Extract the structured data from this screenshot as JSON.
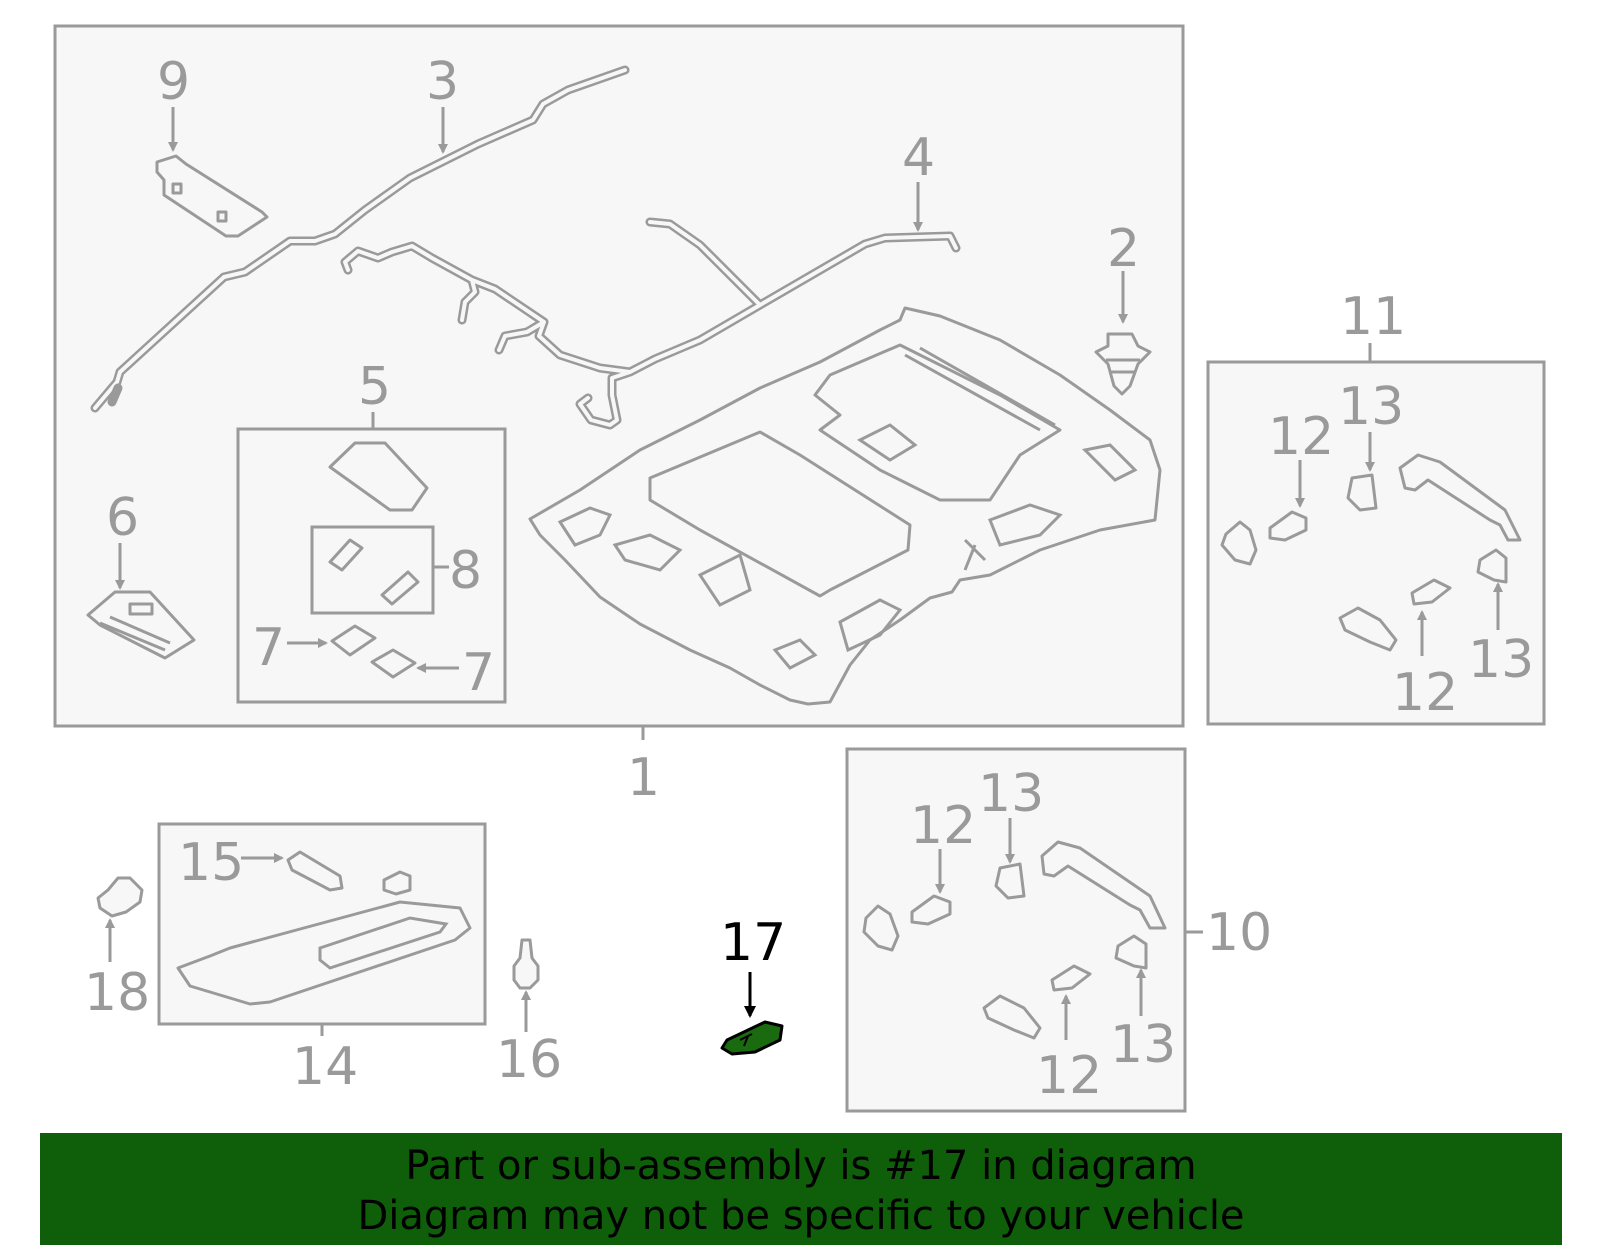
{
  "diagram": {
    "callouts": {
      "c1": "1",
      "c2": "2",
      "c3": "3",
      "c4": "4",
      "c5": "5",
      "c6": "6",
      "c7a": "7",
      "c7b": "7",
      "c8": "8",
      "c9": "9",
      "c10": "10",
      "c11": "11",
      "c12a": "12",
      "c12b": "12",
      "c12c": "12",
      "c12d": "12",
      "c13a": "13",
      "c13b": "13",
      "c13c": "13",
      "c13d": "13",
      "c14": "14",
      "c15": "15",
      "c16": "16",
      "c17": "17",
      "c18": "18"
    },
    "highlight_part": "17",
    "highlight_color": "#1a6b10",
    "line_color": "#9a9a9a"
  },
  "banner": {
    "line1": "Part or sub-assembly is #17 in diagram",
    "line2": "Diagram may not be specific to your vehicle",
    "color": "#0f5e0a"
  }
}
